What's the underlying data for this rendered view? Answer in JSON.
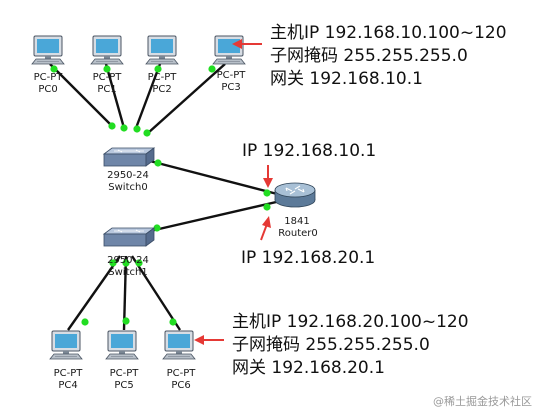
{
  "colors": {
    "link": "#111111",
    "port_up": "#22dd22",
    "arrow": "#e53935",
    "pc_screen": "#4aa7d8",
    "switch_body": "#6f86a8",
    "router_body": "#5c7a99"
  },
  "pcs": [
    {
      "model": "PC-PT",
      "name": "PC0"
    },
    {
      "model": "PC-PT",
      "name": "PC1"
    },
    {
      "model": "PC-PT",
      "name": "PC2"
    },
    {
      "model": "PC-PT",
      "name": "PC3"
    },
    {
      "model": "PC-PT",
      "name": "PC4"
    },
    {
      "model": "PC-PT",
      "name": "PC5"
    },
    {
      "model": "PC-PT",
      "name": "PC6"
    }
  ],
  "switches": [
    {
      "model": "2950-24",
      "name": "Switch0"
    },
    {
      "model": "2950-24",
      "name": "Switch1"
    }
  ],
  "router": {
    "model": "1841",
    "name": "Router0"
  },
  "notes": {
    "lan1": [
      "主机IP 192.168.10.100~120",
      "子网掩码 255.255.255.0",
      "网关 192.168.10.1"
    ],
    "router_ip_top": "IP 192.168.10.1",
    "router_ip_bottom": "IP 192.168.20.1",
    "lan2": [
      "主机IP 192.168.20.100~120",
      "子网掩码 255.255.255.0",
      "网关 192.168.20.1"
    ]
  },
  "watermark": "@稀土掘金技术社区"
}
